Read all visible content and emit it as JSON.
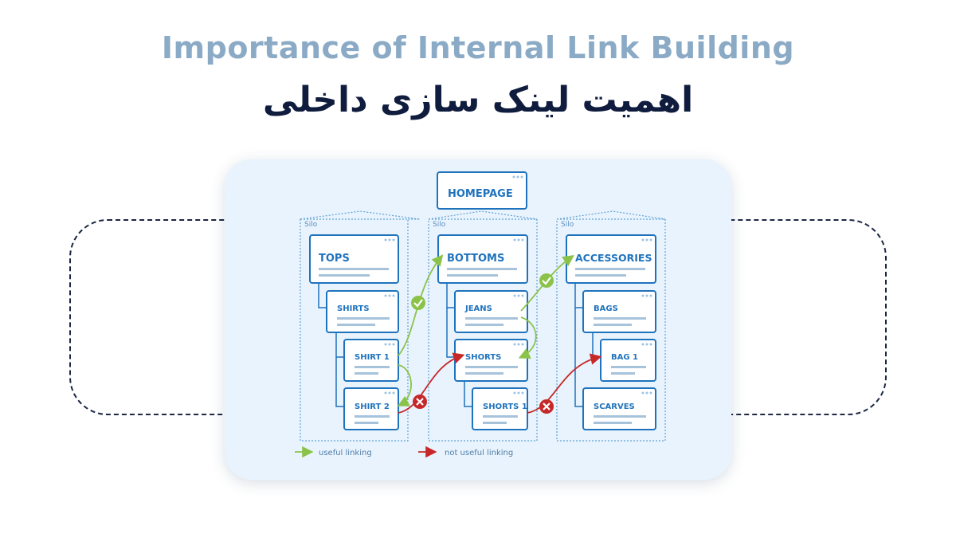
{
  "header": {
    "title_en": "Importance of Internal Link Building",
    "title_fa": "اهمیت لینک سازی داخلی"
  },
  "diagram": {
    "homepage": "HOMEPAGE",
    "silo_label": "Silo",
    "silos": [
      {
        "id": "silo-tops",
        "category": "TOPS",
        "pages": [
          "SHIRTS",
          "SHIRT 1",
          "SHIRT 2"
        ]
      },
      {
        "id": "silo-bottoms",
        "category": "BOTTOMS",
        "pages": [
          "JEANS",
          "SHORTS",
          "SHORTS 1"
        ]
      },
      {
        "id": "silo-accessories",
        "category": "ACCESSORIES",
        "pages": [
          "BAGS",
          "BAG 1",
          "SCARVES"
        ]
      }
    ],
    "legend": {
      "useful": "useful linking",
      "not_useful": "not useful linking"
    },
    "colors": {
      "useful": "#8bc34a",
      "not_useful": "#c62828",
      "box_border": "#1f73bd",
      "silo_border": "#5fa3d6",
      "title_en": "#8aaac6",
      "title_fa": "#0f1c3d"
    }
  }
}
